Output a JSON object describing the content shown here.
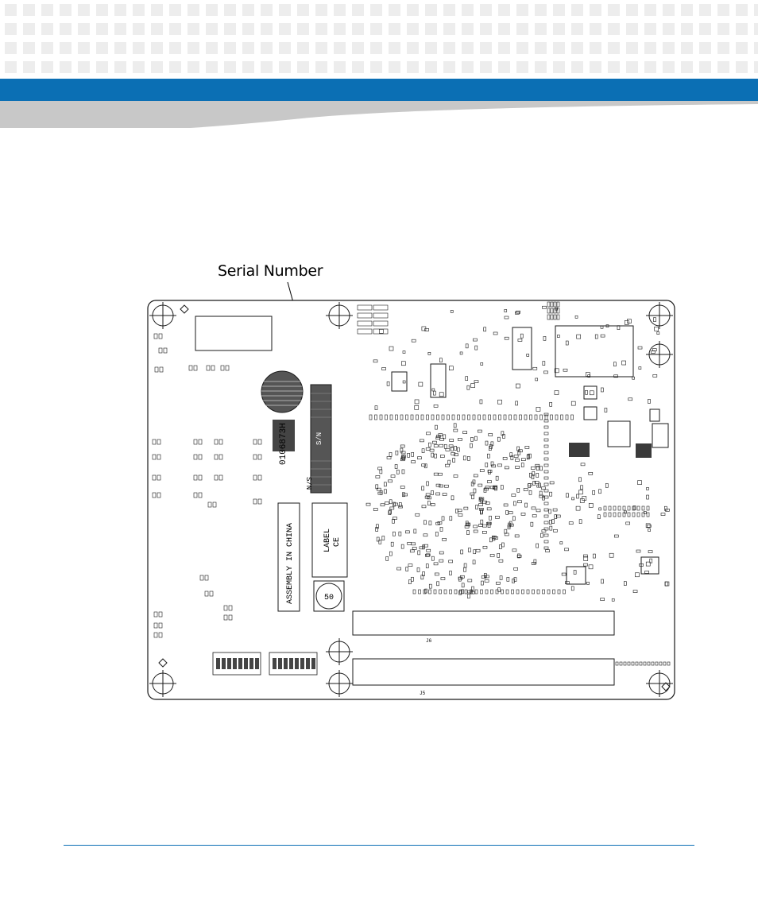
{
  "callout": {
    "label": "Serial Number"
  },
  "board_labels": {
    "part_number": "0106873H",
    "sn_vertical": "S/N",
    "assembly": "ASSEMBLY IN CHINA",
    "label_ce_line1": "LABEL",
    "label_ce_line2": "CE",
    "round_part": "50",
    "connector_top": "J6",
    "connector_bottom": "J5",
    "sn_sticker": "S/N"
  },
  "colors": {
    "brand_blue": "#0b6fb4",
    "header_grey": "#c8c8c8",
    "dot_grey": "#ededed",
    "outline": "#1a1a1a"
  }
}
